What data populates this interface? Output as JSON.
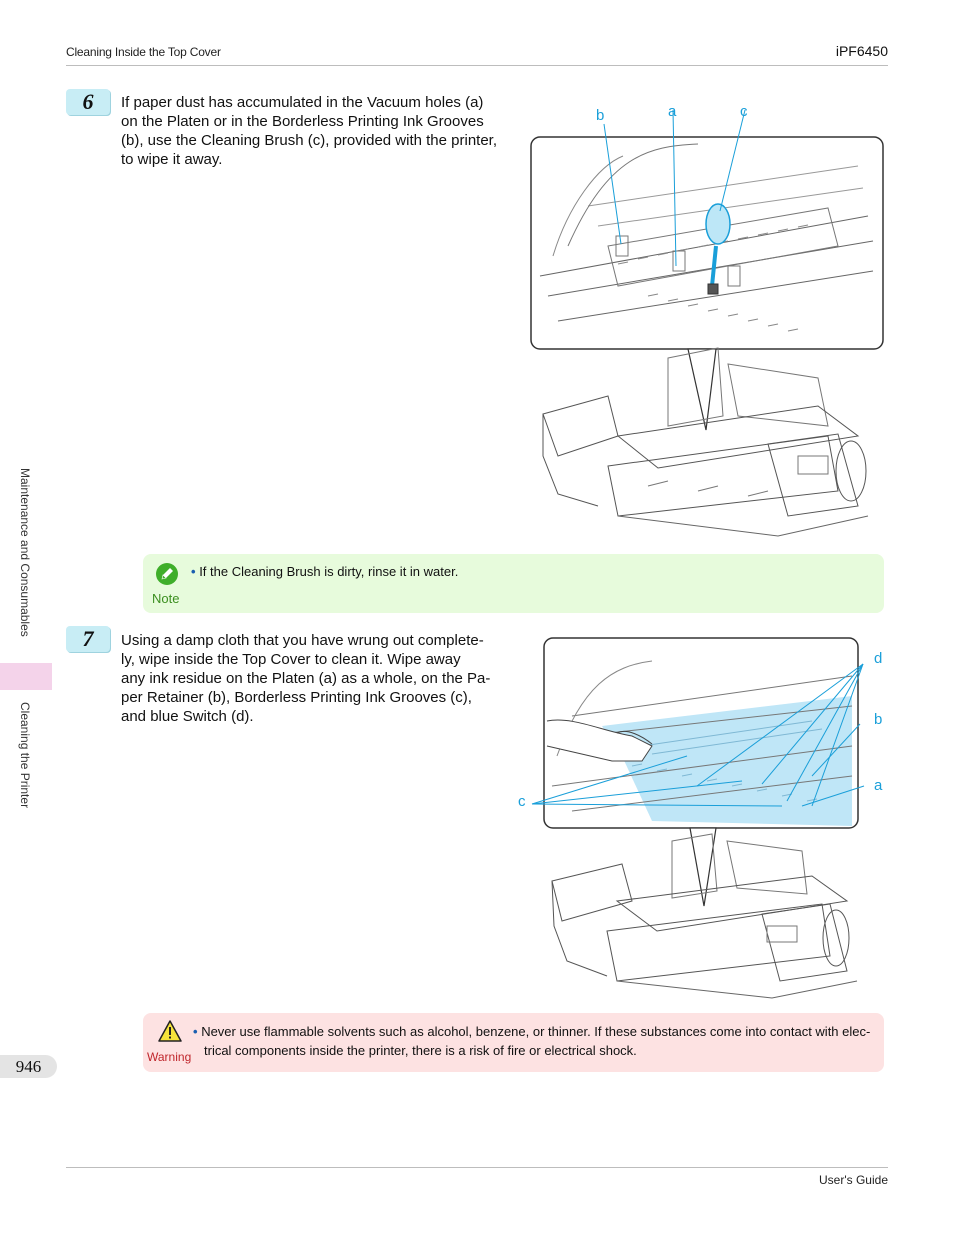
{
  "header": {
    "section_title": "Cleaning Inside the Top Cover",
    "model": "iPF6450"
  },
  "sidebar": {
    "chapter": "Maintenance and Consumables",
    "section": "Cleaning the Printer"
  },
  "page_number": "946",
  "footer": {
    "guide": "User's Guide"
  },
  "steps": [
    {
      "number": "6",
      "lines": [
        "If paper dust has accumulated in the Vacuum holes (a)",
        "on the Platen or in the Borderless Printing Ink Grooves",
        "(b), use the Cleaning Brush (c), provided with the printer,",
        "to wipe it away."
      ],
      "callouts": {
        "b": "b",
        "a": "a",
        "c": "c"
      }
    },
    {
      "number": "7",
      "lines": [
        "Using a damp cloth that you have wrung out complete-",
        "ly, wipe inside the Top Cover to clean it. Wipe away",
        "any ink residue on the Platen (a) as a whole, on the Pa-",
        "per Retainer (b), Borderless Printing Ink Grooves (c),",
        "and blue Switch (d)."
      ],
      "callouts": {
        "d": "d",
        "b": "b",
        "a": "a",
        "c": "c"
      }
    }
  ],
  "note": {
    "label": "Note",
    "text": "If the Cleaning Brush is dirty, rinse it in water."
  },
  "warning": {
    "label": "Warning",
    "line1": "Never use flammable solvents such as alcohol, benzene, or thinner. If these substances come into contact with elec-",
    "line2": "trical components inside the printer, there is a risk of fire or electrical shock."
  },
  "colors": {
    "step_badge": "#c8edf5",
    "note_bg": "#e7fbdc",
    "warning_bg": "#fde2e2",
    "callout": "#1a9fd9",
    "side_tab": "#f4d3ea"
  }
}
